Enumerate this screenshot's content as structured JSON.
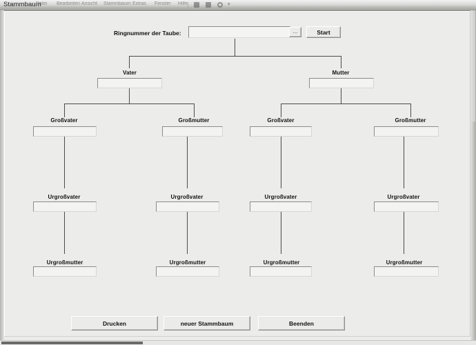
{
  "window": {
    "title": "Stammbaum",
    "menu_items": [
      "Datei",
      "Bearbeiten",
      "Ansicht",
      "Stammbaum",
      "Extras",
      "Fenster",
      "Hilfe"
    ],
    "toolbar_icons": [
      "save-icon",
      "print-icon",
      "refresh-icon",
      "help-icon"
    ]
  },
  "search": {
    "label": "Ringnummer der Taube:",
    "value": "",
    "placeholder": "",
    "browse_label": "...",
    "start_label": "Start"
  },
  "tree": {
    "generations": [
      {
        "name": "parents",
        "nodes": [
          {
            "label": "Vater",
            "value": ""
          },
          {
            "label": "Mutter",
            "value": ""
          }
        ]
      },
      {
        "name": "grandparents",
        "nodes": [
          {
            "label": "Großvater",
            "value": ""
          },
          {
            "label": "Großmutter",
            "value": ""
          },
          {
            "label": "Großvater",
            "value": ""
          },
          {
            "label": "Großmutter",
            "value": ""
          }
        ]
      },
      {
        "name": "great-grandfathers",
        "nodes": [
          {
            "label": "Urgroßvater",
            "value": ""
          },
          {
            "label": "Urgroßvater",
            "value": ""
          },
          {
            "label": "Urgroßvater",
            "value": ""
          },
          {
            "label": "Urgroßvater",
            "value": ""
          }
        ]
      },
      {
        "name": "great-grandmothers",
        "nodes": [
          {
            "label": "Urgroßmutter",
            "value": ""
          },
          {
            "label": "Urgroßmutter",
            "value": ""
          },
          {
            "label": "Urgroßmutter",
            "value": ""
          },
          {
            "label": "Urgroßmutter",
            "value": ""
          }
        ]
      }
    ]
  },
  "footer": {
    "print_label": "Drucken",
    "new_label": "neuer Stammbaum",
    "quit_label": "Beenden"
  },
  "watermark": {
    "text": ""
  },
  "colors": {
    "background": "#ececeb",
    "line": "#4a4a48",
    "box_fill": "#f3f3f2",
    "box_border": "#8b8b89",
    "scrollbar_thumb": "#6a6a68"
  }
}
